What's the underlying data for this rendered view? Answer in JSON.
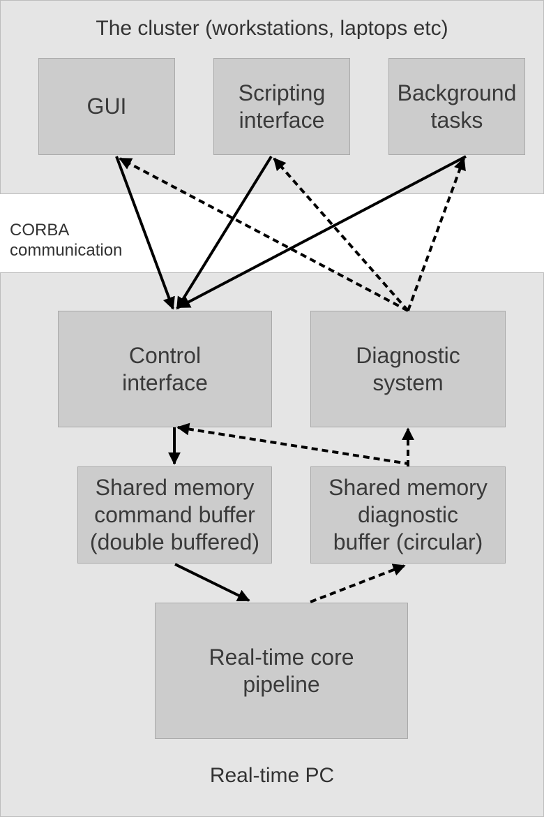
{
  "cluster": {
    "title": "The cluster (workstations, laptops etc)"
  },
  "middle": {
    "label": "CORBA\ncommunication"
  },
  "realtime": {
    "title": "Real-time PC"
  },
  "boxes": {
    "gui": "GUI",
    "scripting": "Scripting\ninterface",
    "background": "Background\ntasks",
    "control": "Control\ninterface",
    "diagnostic": "Diagnostic\nsystem",
    "cmdbuf": "Shared memory\ncommand buffer\n(double buffered)",
    "diagbuf": "Shared memory\ndiagnostic\nbuffer (circular)",
    "core": "Real-time core\npipeline"
  },
  "colors": {
    "region_bg": "#e5e5e5",
    "box_bg": "#cccccc",
    "arrow": "#000000"
  }
}
